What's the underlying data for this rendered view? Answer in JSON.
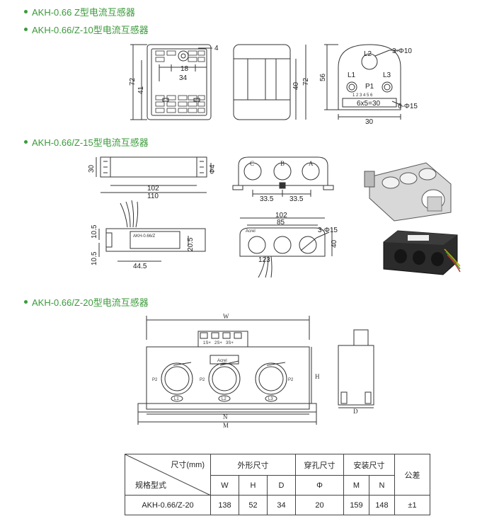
{
  "headings": {
    "h1": "AKH-0.66 Z型电流互感器",
    "h2": "AKH-0.66/Z-10型电流互感器",
    "h3": "AKH-0.66/Z-15型电流互感器",
    "h4": "AKH-0.66/Z-20型电流互感器"
  },
  "z10": {
    "front": {
      "d4": "4",
      "d18": "18",
      "d34": "34",
      "d72": "72",
      "d41": "41"
    },
    "side": {
      "d40": "40",
      "d72": "72"
    },
    "terminal": {
      "L1": "L1",
      "L2": "L2",
      "L3": "L3",
      "P1": "P1",
      "hole": "3-Φ10",
      "pitch": "6x5=30",
      "pin": "6-Φ15",
      "d56": "56",
      "d30": "30",
      "pins": "1 2 3 4 5 6"
    }
  },
  "z15": {
    "top": {
      "d30": "30",
      "d102": "102",
      "d110": "110",
      "d4": "Φ4"
    },
    "front": {
      "C": "C",
      "B": "B",
      "A": "A",
      "d335a": "33.5",
      "d335b": "33.5"
    },
    "wire": {
      "d105a": "10.5",
      "d105b": "10.5",
      "d205": "20.5",
      "d445": "44.5"
    },
    "body": {
      "d102": "102",
      "d85": "85",
      "hole": "3-Φ15",
      "d40": "40",
      "pins": "123"
    }
  },
  "z20": {
    "W": "W",
    "H": "H",
    "D": "D",
    "N": "N",
    "M": "M",
    "P2a": "P2",
    "P2b": "P2",
    "P2c": "P2",
    "L1": "L1",
    "L2": "L2",
    "L3": "L3",
    "brand": "Acrel",
    "terms": [
      "1S+",
      "2S+",
      "3S+"
    ]
  },
  "table": {
    "header_size": "尺寸(mm)",
    "header_model": "规格型式",
    "group_outer": "外形尺寸",
    "group_hole": "穿孔尺寸",
    "group_install": "安装尺寸",
    "group_tol": "公差",
    "cols": [
      "W",
      "H",
      "D",
      "Φ",
      "M",
      "N"
    ],
    "row": {
      "model": "AKH-0.66/Z-20",
      "W": "138",
      "H": "52",
      "D": "34",
      "phi": "20",
      "M": "159",
      "N": "148",
      "tol": "±1"
    }
  }
}
